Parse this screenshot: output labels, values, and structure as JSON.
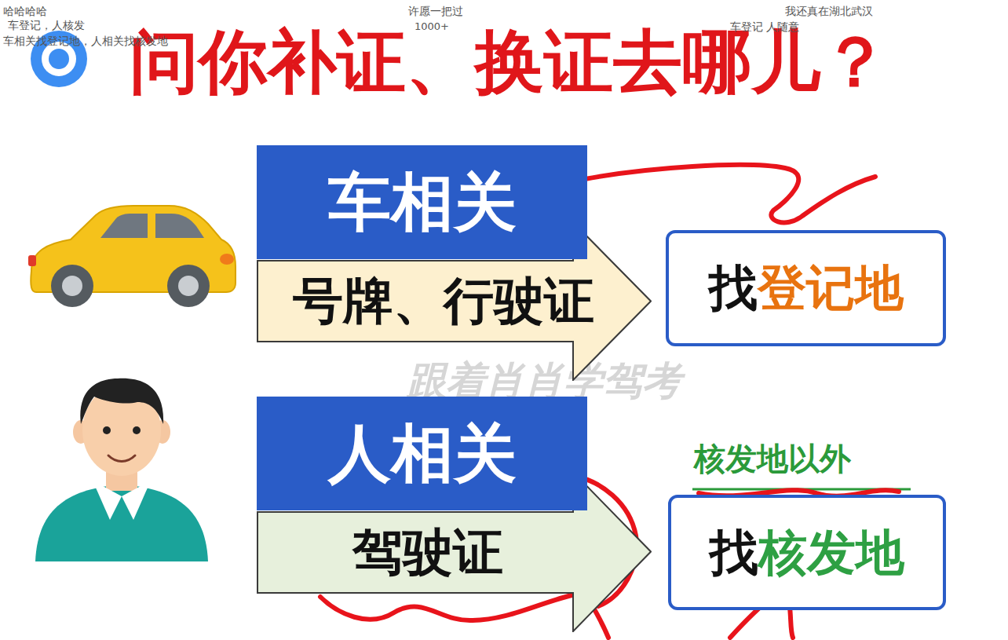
{
  "diagram": {
    "title": "问你补证、换证去哪儿？",
    "nodes": [
      {
        "text": [
          "车相关"
        ]
      },
      {
        "text": [
          "号牌、行驶证"
        ]
      },
      {
        "text": [
          "找",
          "登记地"
        ]
      },
      {
        "text": [
          "人相关"
        ]
      },
      {
        "text": [
          "驾驶证"
        ]
      },
      {
        "text": [
          "找",
          "核发地"
        ]
      }
    ],
    "labels": [
      "哈哈哈哈",
      "车登记，人核发",
      "车相关找登记地，人相关找核发地",
      "许愿一把过",
      "1000+",
      "车登记 人随意",
      "我还真在湖北武汉",
      "核发地以外",
      "跟着肖肖学驾考"
    ]
  }
}
